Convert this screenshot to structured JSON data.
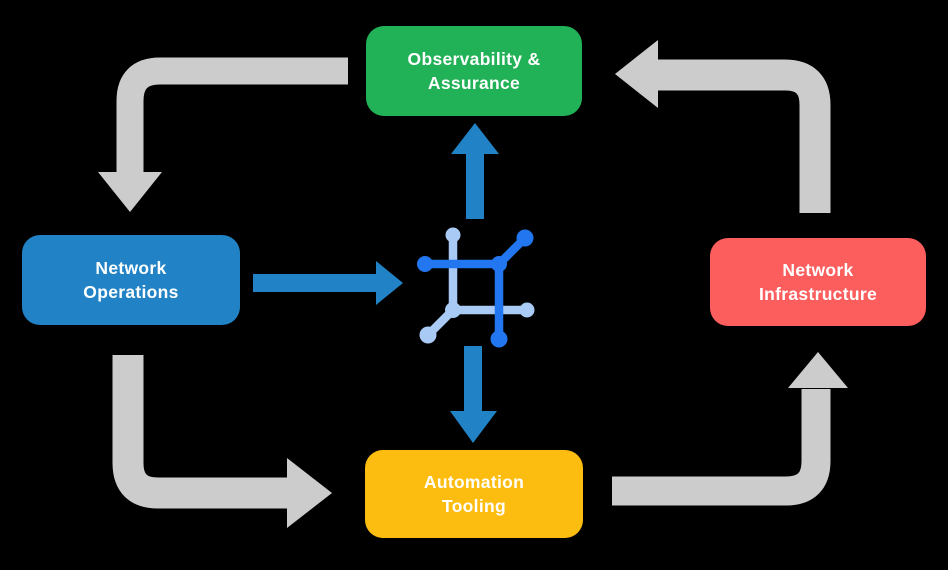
{
  "colors": {
    "background": "#000000",
    "gray_arrow": "#cccccc",
    "blue_arrow": "#2183c5",
    "icon_dark": "#2277f0",
    "icon_light": "#a8caf4",
    "node_green": "#21b156",
    "node_blue": "#2183c5",
    "node_red": "#fc5d5d",
    "node_yellow": "#fdbc10",
    "text": "#ffffff"
  },
  "diagram": {
    "nodes": [
      {
        "id": "observability-assurance",
        "lines": [
          "Observability &",
          "Assurance"
        ],
        "color": "#21b156"
      },
      {
        "id": "network-operations",
        "lines": [
          "Network",
          "Operations"
        ],
        "color": "#2183c5"
      },
      {
        "id": "network-infrastructure",
        "lines": [
          "Network",
          "Infrastructure"
        ],
        "color": "#fc5d5d"
      },
      {
        "id": "automation-tooling",
        "lines": [
          "Automation",
          "Tooling"
        ],
        "color": "#fdbc10"
      }
    ],
    "center_icon": "network-mesh-icon",
    "flows": [
      {
        "from": "network-operations",
        "to": "center-icon",
        "type": "blue-arrow"
      },
      {
        "from": "center-icon",
        "to": "observability-assurance",
        "type": "blue-arrow"
      },
      {
        "from": "center-icon",
        "to": "automation-tooling",
        "type": "blue-arrow"
      },
      {
        "from": "observability-assurance",
        "to": "network-operations",
        "type": "gray-elbow-arrow"
      },
      {
        "from": "network-operations",
        "to": "automation-tooling",
        "type": "gray-elbow-arrow"
      },
      {
        "from": "automation-tooling",
        "to": "network-infrastructure",
        "type": "gray-elbow-arrow"
      },
      {
        "from": "network-infrastructure",
        "to": "observability-assurance",
        "type": "gray-elbow-arrow"
      }
    ]
  }
}
